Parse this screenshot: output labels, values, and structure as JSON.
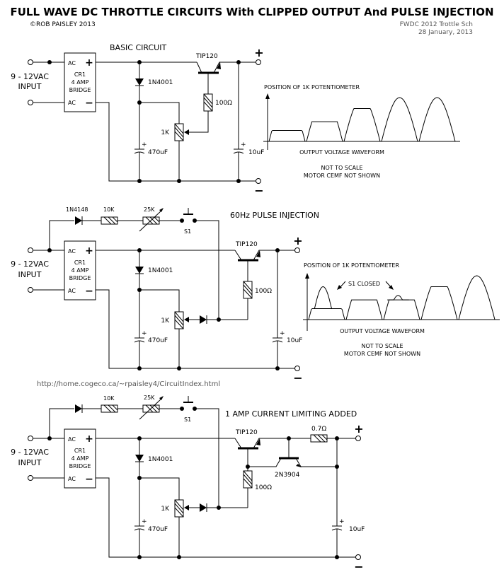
{
  "header": {
    "title": "FULL WAVE DC THROTTLE CIRCUITS With CLIPPED OUTPUT And PULSE INJECTION",
    "copyright": "©ROB PAISLEY 2013",
    "doc_id": "FWDC 2012 Trottle Sch",
    "date": "28 January, 2013"
  },
  "url": "http://home.cogeco.ca/~rpaisley4/CircuitIndex.html",
  "common": {
    "input_line1": "9 - 12VAC",
    "input_line2": "INPUT",
    "bridge": {
      "ac_top": "AC",
      "ac_bottom": "AC",
      "plus": "+",
      "minus": "−",
      "line1": "CR1",
      "line2": "4 AMP",
      "line3": "BRIDGE"
    },
    "diode_main": "1N4001",
    "pot": "1K",
    "cap_main": "470uF",
    "cap_out": "10uF",
    "cap_plus": "+",
    "transistor": "TIP120",
    "base_res": "100Ω",
    "out_plus": "+",
    "out_minus": "−"
  },
  "circuits": [
    {
      "title": "BASIC CIRCUIT"
    },
    {
      "title": "60Hz PULSE INJECTION",
      "diode_inj": "1N4148",
      "res_inj": "10K",
      "trim_inj": "25K",
      "switch": "S1"
    },
    {
      "title": "1 AMP CURRENT LIMITING ADDED",
      "res_inj": "10K",
      "trim_inj": "25K",
      "switch": "S1",
      "sense_res": "0.7Ω",
      "limit_transistor": "2N3904"
    }
  ],
  "waveforms": [
    {
      "axis_label": "POSITION OF 1K POTENTIOMETER",
      "caption": "OUTPUT VOLTAGE WAVEFORM",
      "note1": "NOT TO SCALE",
      "note2": "MOTOR CEMF NOT SHOWN",
      "clip_levels": [
        0.25,
        0.45,
        0.75,
        1.0,
        1.0
      ]
    },
    {
      "axis_label": "POSITION OF 1K POTENTIOMETER",
      "caption": "OUTPUT VOLTAGE WAVEFORM",
      "note1": "NOT TO SCALE",
      "note2": "MOTOR CEMF NOT SHOWN",
      "annotation": "S1 CLOSED",
      "clip_levels": [
        0.25,
        0.45,
        0.45,
        0.75,
        1.0
      ],
      "pulse_peaks": [
        0.75,
        null,
        0.55,
        null,
        null
      ]
    }
  ]
}
